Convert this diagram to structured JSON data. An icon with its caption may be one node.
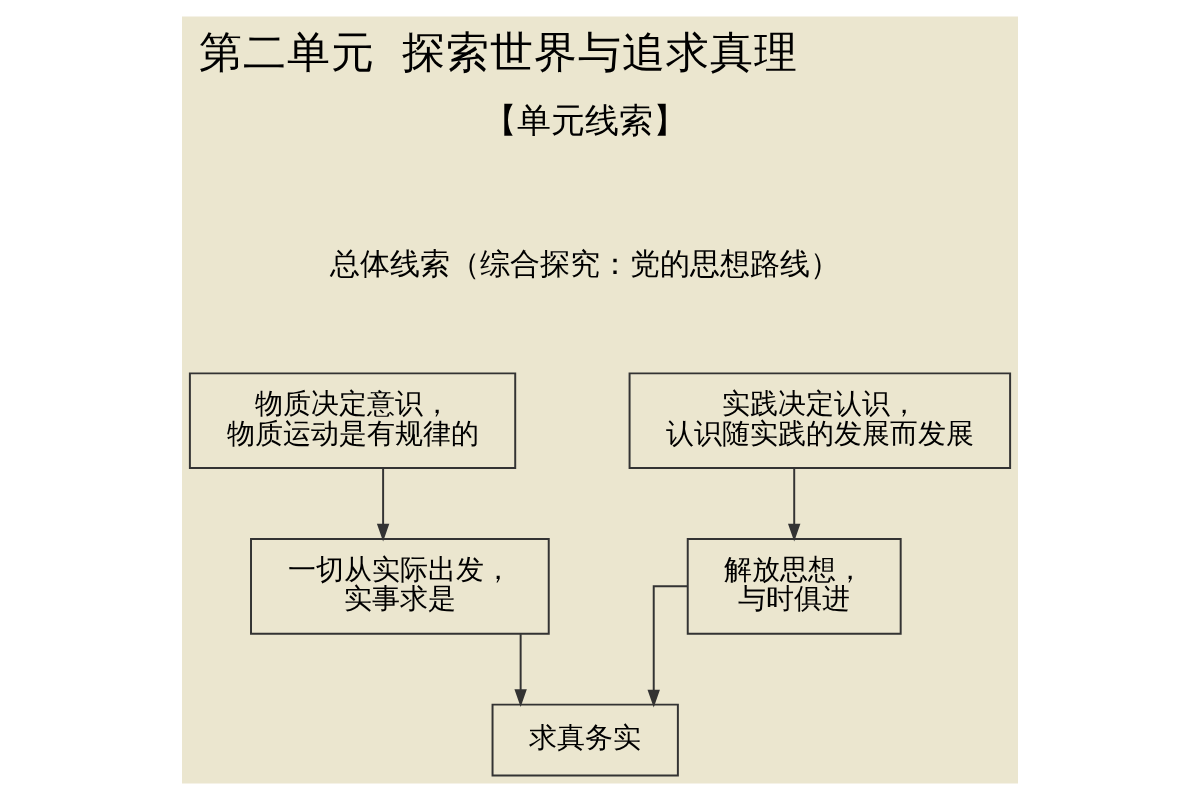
{
  "diagram": {
    "title": "第二单元  探索世界与追求真理",
    "nodes": [
      {
        "text": [
          "物质决定意识，物质运动是有规律的"
        ]
      },
      {
        "text": [
          "实践决定认识，认识随实践的发展而发展"
        ]
      },
      {
        "text": [
          "一切从实际出发，实事求是"
        ]
      },
      {
        "text": [
          "解放思想，与时俱进"
        ]
      },
      {
        "text": [
          "求真务实"
        ]
      }
    ],
    "edges": [
      {
        "from": 0,
        "to": 2,
        "arrow": "to"
      },
      {
        "from": 1,
        "to": 3,
        "arrow": "to"
      },
      {
        "from": 2,
        "to": 4,
        "arrow": "to"
      },
      {
        "from": 3,
        "to": 4,
        "arrow": "to"
      }
    ],
    "labels": [
      "【单元线索】",
      "总体线索（综合探究：党的思想路线）"
    ]
  }
}
